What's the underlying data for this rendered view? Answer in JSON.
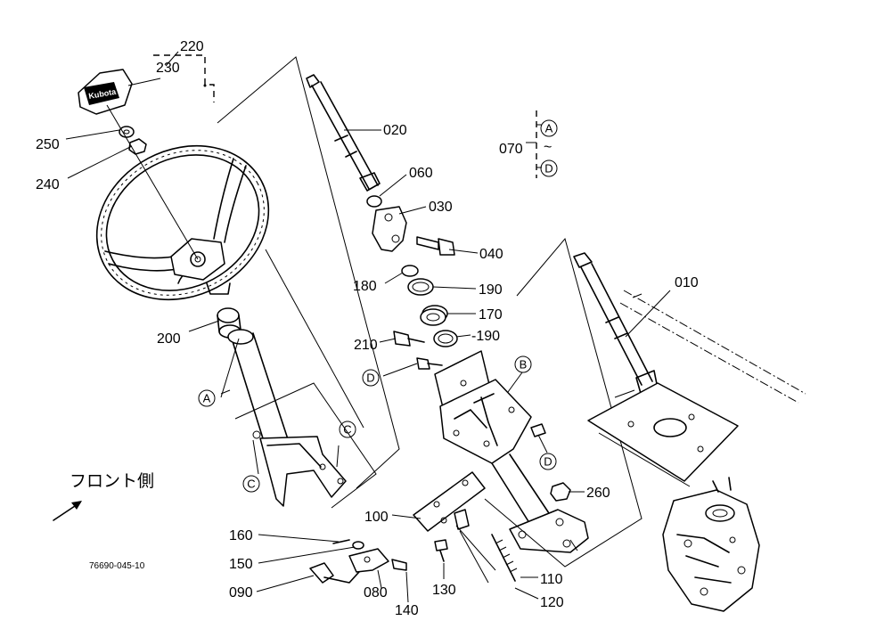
{
  "labels": {
    "p010": "010",
    "p020": "020",
    "p030": "030",
    "p040": "040",
    "p060": "060",
    "p070": "070",
    "p080": "080",
    "p090": "090",
    "p100": "100",
    "p110": "110",
    "p120": "120",
    "p130": "130",
    "p140": "140",
    "p150": "150",
    "p160": "160",
    "p170": "170",
    "p180": "180",
    "p190a": "190",
    "p190b": "-190",
    "p200": "200",
    "p210": "210",
    "p220": "220",
    "p230": "230",
    "p240": "240",
    "p250": "250",
    "p260": "260"
  },
  "refs": {
    "A1": "A",
    "A2": "A",
    "B1": "B",
    "C1": "C",
    "C2": "C",
    "D1": "D",
    "D2": "D",
    "D3": "D"
  },
  "caption": "フロント側",
  "drawing_code": "76690-045-10",
  "cap_logo": "Kubota",
  "range_tilde": "~"
}
